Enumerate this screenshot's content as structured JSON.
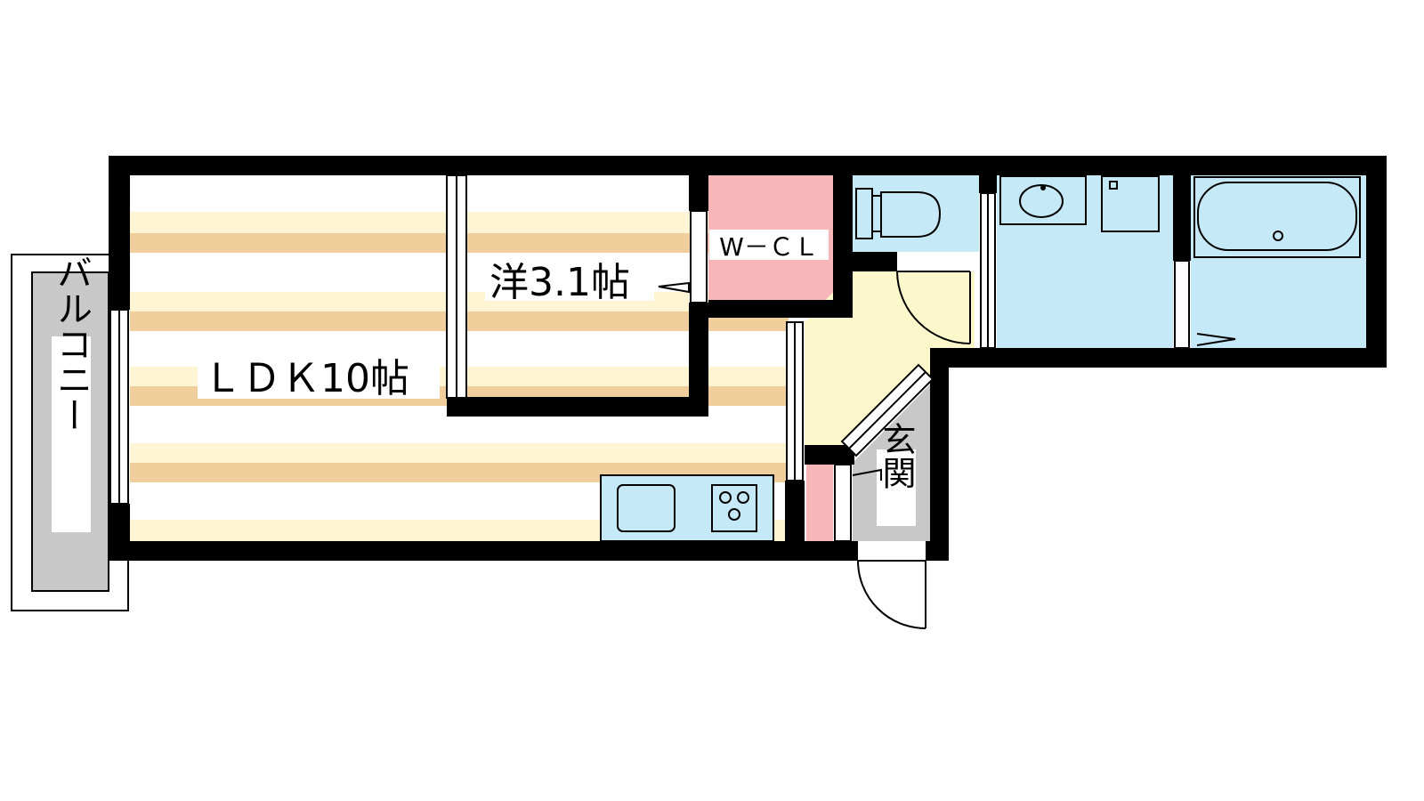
{
  "rooms": {
    "balcony": "バルコニー",
    "ldk": "ＬＤＫ10帖",
    "western": "洋3.1帖",
    "wcl": "W－ＣＬ",
    "entrance": "玄関"
  },
  "colors": {
    "wall": "#000000",
    "floor_stripe": "#f0cf9c",
    "floor_light": "#fdf5d3",
    "wet_area": "#c6e9f7",
    "closet": "#f7b6b8",
    "hall": "#fdf8cc",
    "balcony": "#c8c8c8",
    "entrance": "#c8c8c8"
  }
}
